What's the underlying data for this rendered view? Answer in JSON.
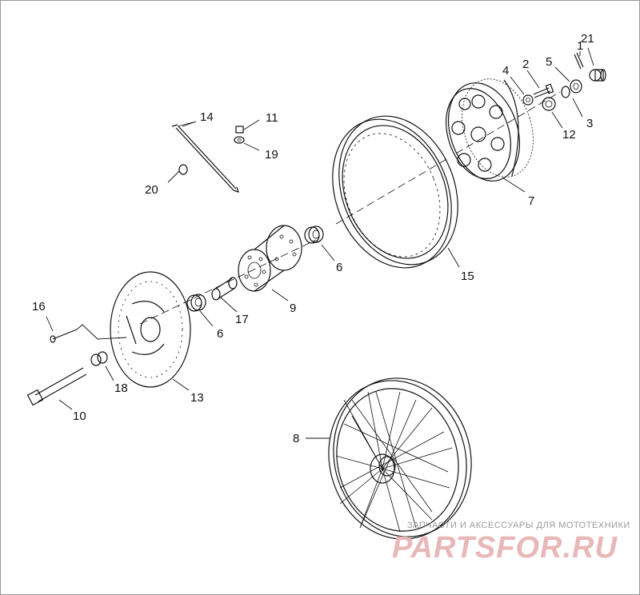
{
  "callouts": [
    {
      "id": "c1",
      "text": "1"
    },
    {
      "id": "c2",
      "text": "2"
    },
    {
      "id": "c3",
      "text": "3"
    },
    {
      "id": "c4",
      "text": "4"
    },
    {
      "id": "c5",
      "text": "5"
    },
    {
      "id": "c6a",
      "text": "6"
    },
    {
      "id": "c6b",
      "text": "6"
    },
    {
      "id": "c7",
      "text": "7"
    },
    {
      "id": "c8",
      "text": "8"
    },
    {
      "id": "c9",
      "text": "9"
    },
    {
      "id": "c10",
      "text": "10"
    },
    {
      "id": "c11",
      "text": "11"
    },
    {
      "id": "c12",
      "text": "12"
    },
    {
      "id": "c13",
      "text": "13"
    },
    {
      "id": "c14",
      "text": "14"
    },
    {
      "id": "c15",
      "text": "15"
    },
    {
      "id": "c16",
      "text": "16"
    },
    {
      "id": "c17",
      "text": "17"
    },
    {
      "id": "c18",
      "text": "18"
    },
    {
      "id": "c19",
      "text": "19"
    },
    {
      "id": "c20",
      "text": "20"
    },
    {
      "id": "c21",
      "text": "21"
    }
  ],
  "watermark": {
    "tagline": "ЗАПЧАСТИ И АКСЕССУАРЫ ДЛЯ МОТОТЕХНИКИ",
    "logo": "PARTSFOR.RU",
    "color": "#e8b8b8"
  }
}
